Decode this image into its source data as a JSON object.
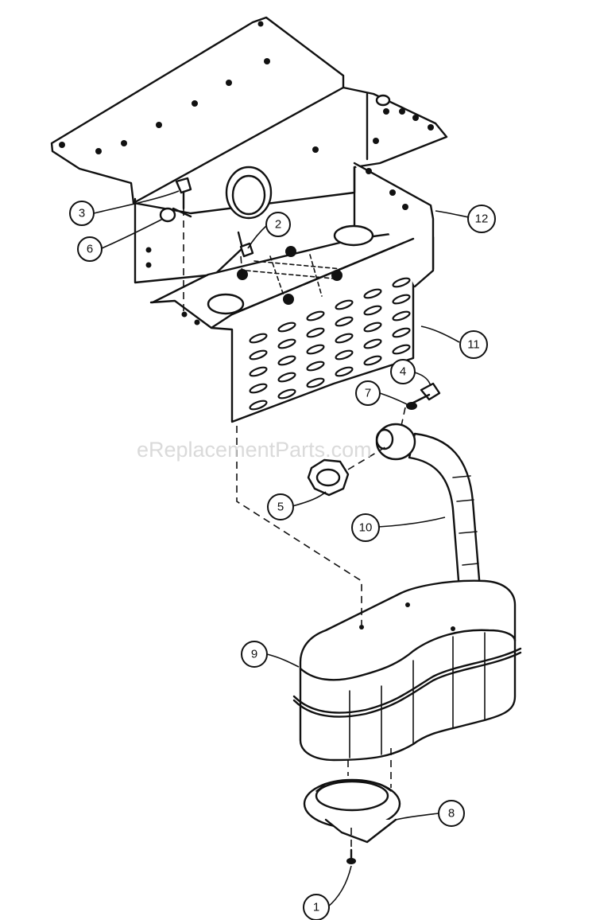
{
  "watermark": "eReplacementParts.com",
  "callouts": [
    {
      "id": "1",
      "label": "1"
    },
    {
      "id": "2",
      "label": "2"
    },
    {
      "id": "3",
      "label": "3"
    },
    {
      "id": "4",
      "label": "4"
    },
    {
      "id": "5",
      "label": "5"
    },
    {
      "id": "6",
      "label": "6"
    },
    {
      "id": "7",
      "label": "7"
    },
    {
      "id": "8",
      "label": "8"
    },
    {
      "id": "9",
      "label": "9"
    },
    {
      "id": "10",
      "label": "10"
    },
    {
      "id": "11",
      "label": "11"
    },
    {
      "id": "12",
      "label": "12"
    }
  ]
}
